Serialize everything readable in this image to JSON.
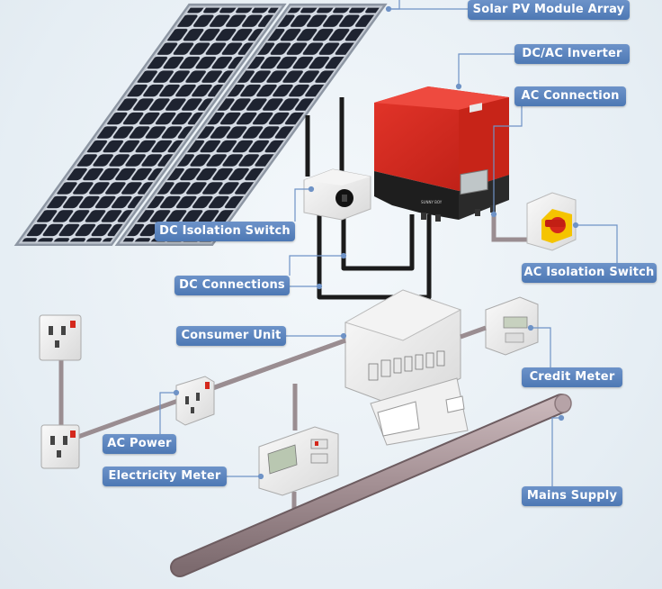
{
  "labels": {
    "solar_pv": "Solar PV Module Array",
    "inverter": "DC/AC Inverter",
    "ac_connection": "AC Connection",
    "dc_isolation": "DC Isolation Switch",
    "ac_isolation": "AC Isolation Switch",
    "dc_connections": "DC Connections",
    "consumer_unit": "Consumer Unit",
    "credit_meter": "Credit Meter",
    "ac_power": "AC Power",
    "electricity_meter": "Electricity Meter",
    "mains_supply": "Mains Supply"
  },
  "colors": {
    "label_bg": "#5a82bd",
    "leader": "#6f93c6",
    "inverter_red": "#d42a1e",
    "panel_cell": "#1f2430",
    "cable": "#9a8d91",
    "dc_cable": "#1c1c1c"
  }
}
